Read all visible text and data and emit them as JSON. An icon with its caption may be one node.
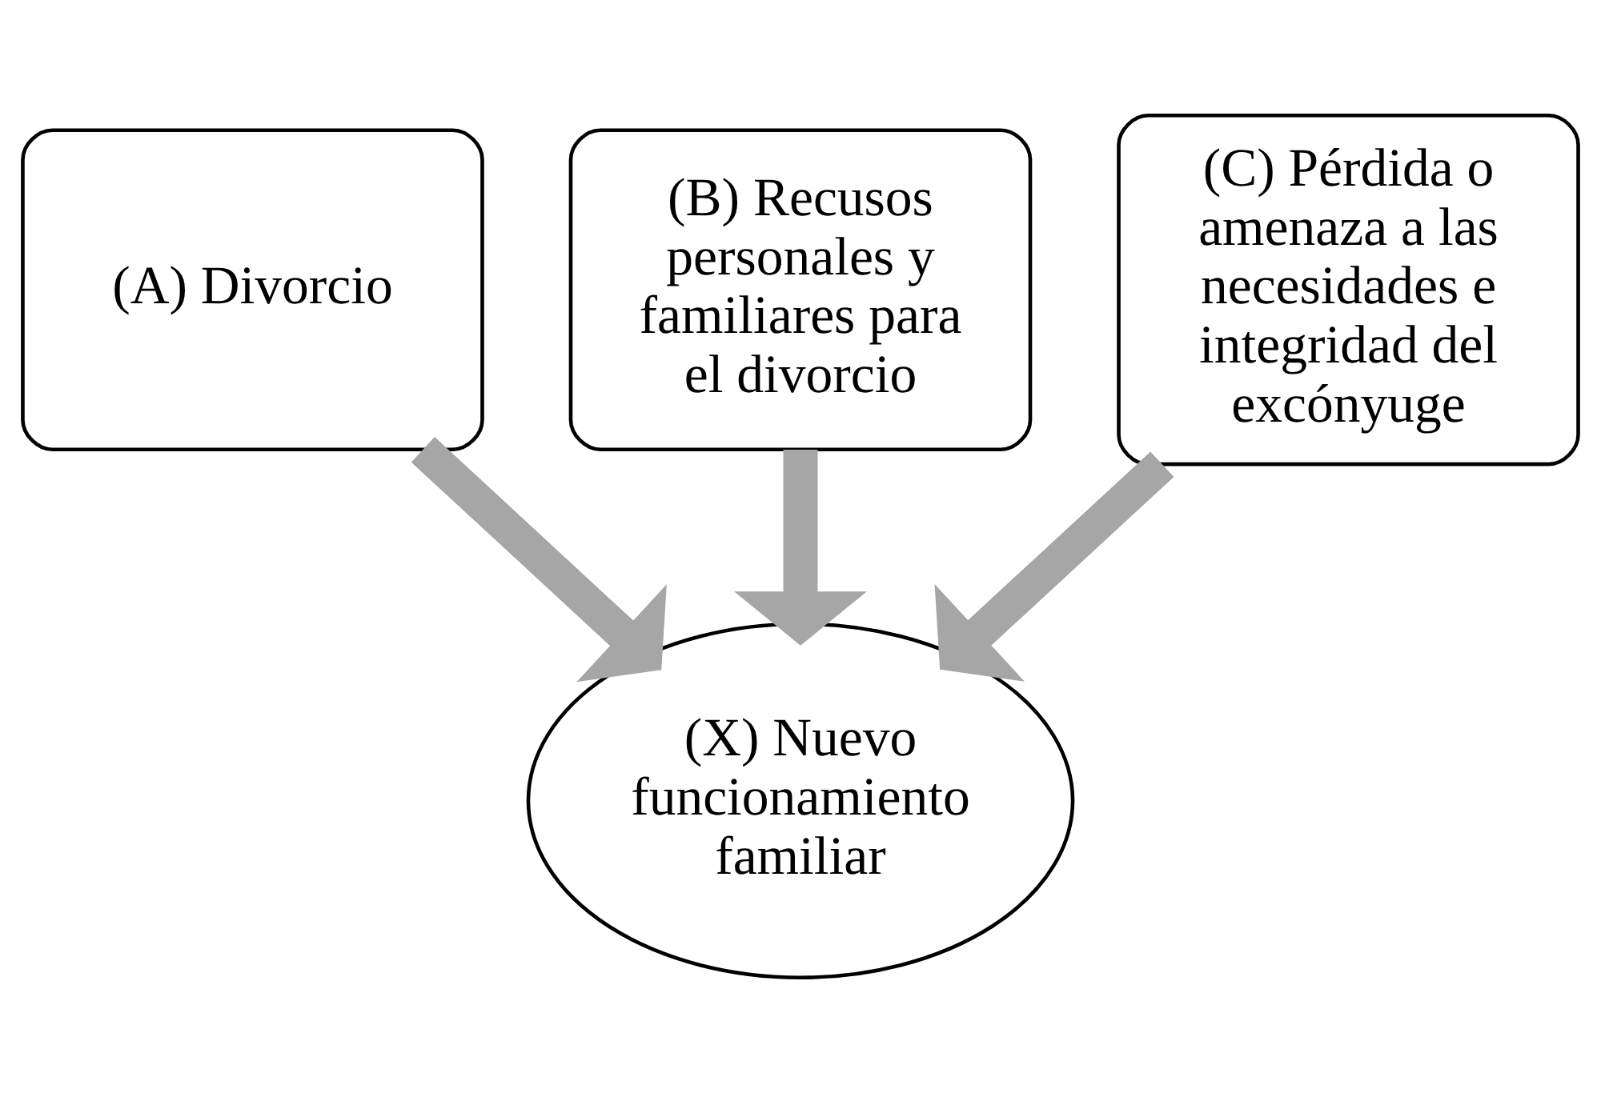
{
  "diagram": {
    "nodes": [
      {
        "text": [
          "(A) Divorcio"
        ]
      },
      {
        "text": [
          "(B) Recusos personales y familiares para el divorcio"
        ]
      },
      {
        "text": [
          "(C) Pérdida o amenaza a las necesidades e integridad del excónyuge"
        ]
      },
      {
        "text": [
          "(X) Nuevo funcionamiento familiar"
        ]
      }
    ],
    "edges": [
      {
        "from": 0,
        "to": 3,
        "arrow": "to"
      },
      {
        "from": 1,
        "to": 3,
        "arrow": "to"
      },
      {
        "from": 2,
        "to": 3,
        "arrow": "to"
      }
    ]
  }
}
